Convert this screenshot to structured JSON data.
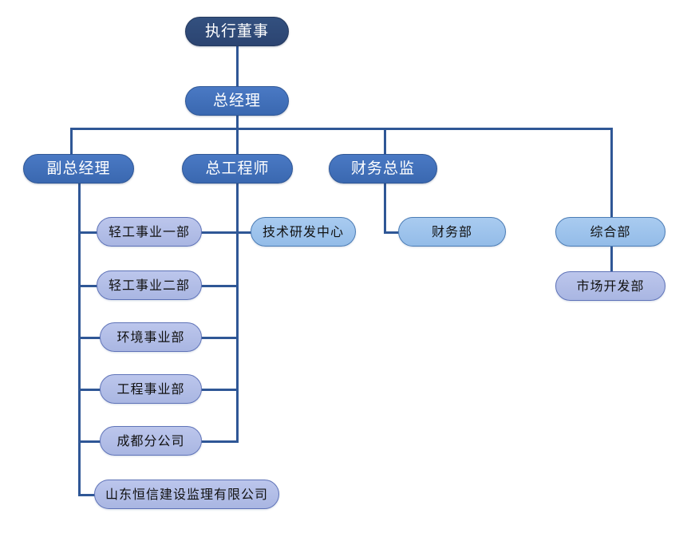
{
  "chart_data": {
    "type": "diagram",
    "subtype": "organization-chart",
    "orientation": "top-down-then-left-spine",
    "title": "",
    "palette": {
      "executive_fill": "#2e4d7b",
      "manager_fill": "#3a68b0",
      "leaf_blue_fill": "#9dc3ec",
      "leaf_lavender_fill": "#b0bde8",
      "connector": "#2f5796",
      "node_border": "#4b7cb5",
      "background": "#ffffff",
      "light_text": "#ffffff",
      "dark_text": "#111111"
    },
    "nodes": [
      {
        "id": "exec",
        "label": "执行董事",
        "level": 1,
        "style": "executive"
      },
      {
        "id": "gm",
        "label": "总经理",
        "level": 2,
        "style": "manager"
      },
      {
        "id": "vgm",
        "label": "副总经理",
        "level": 3,
        "style": "manager"
      },
      {
        "id": "ce",
        "label": "总工程师",
        "level": 3,
        "style": "manager"
      },
      {
        "id": "cfo",
        "label": "财务总监",
        "level": 3,
        "style": "manager"
      },
      {
        "id": "light1",
        "label": "轻工事业一部",
        "level": 4,
        "style": "lavender"
      },
      {
        "id": "light2",
        "label": "轻工事业二部",
        "level": 4,
        "style": "lavender"
      },
      {
        "id": "env",
        "label": "环境事业部",
        "level": 4,
        "style": "lavender"
      },
      {
        "id": "eng",
        "label": "工程事业部",
        "level": 4,
        "style": "lavender"
      },
      {
        "id": "chengdu",
        "label": "成都分公司",
        "level": 4,
        "style": "lavender"
      },
      {
        "id": "hengxin",
        "label": "山东恒信建设监理有限公司",
        "level": 4,
        "style": "lavender"
      },
      {
        "id": "rnd",
        "label": "技术研发中心",
        "level": 4,
        "style": "blue"
      },
      {
        "id": "finance",
        "label": "财务部",
        "level": 4,
        "style": "blue"
      },
      {
        "id": "general",
        "label": "综合部",
        "level": 4,
        "style": "blue"
      },
      {
        "id": "market",
        "label": "市场开发部",
        "level": 4,
        "style": "lavender"
      }
    ],
    "edges": [
      {
        "from": "exec",
        "to": "gm"
      },
      {
        "from": "gm",
        "to": "vgm"
      },
      {
        "from": "gm",
        "to": "ce"
      },
      {
        "from": "gm",
        "to": "cfo"
      },
      {
        "from": "gm",
        "to": "general"
      },
      {
        "from": "gm",
        "to": "market"
      },
      {
        "from": "vgm",
        "to": "light1"
      },
      {
        "from": "vgm",
        "to": "light2"
      },
      {
        "from": "vgm",
        "to": "env"
      },
      {
        "from": "vgm",
        "to": "eng"
      },
      {
        "from": "vgm",
        "to": "chengdu"
      },
      {
        "from": "vgm",
        "to": "hengxin"
      },
      {
        "from": "ce",
        "to": "rnd"
      },
      {
        "from": "ce",
        "to": "light1"
      },
      {
        "from": "ce",
        "to": "light2"
      },
      {
        "from": "ce",
        "to": "env"
      },
      {
        "from": "ce",
        "to": "eng"
      },
      {
        "from": "ce",
        "to": "chengdu"
      },
      {
        "from": "cfo",
        "to": "finance"
      }
    ]
  },
  "nodes": {
    "exec": "执行董事",
    "gm": "总经理",
    "vgm": "副总经理",
    "ce": "总工程师",
    "cfo": "财务总监",
    "light1": "轻工事业一部",
    "light2": "轻工事业二部",
    "env": "环境事业部",
    "eng": "工程事业部",
    "chengdu": "成都分公司",
    "hengxin": "山东恒信建设监理有限公司",
    "rnd": "技术研发中心",
    "finance": "财务部",
    "general": "综合部",
    "market": "市场开发部"
  }
}
